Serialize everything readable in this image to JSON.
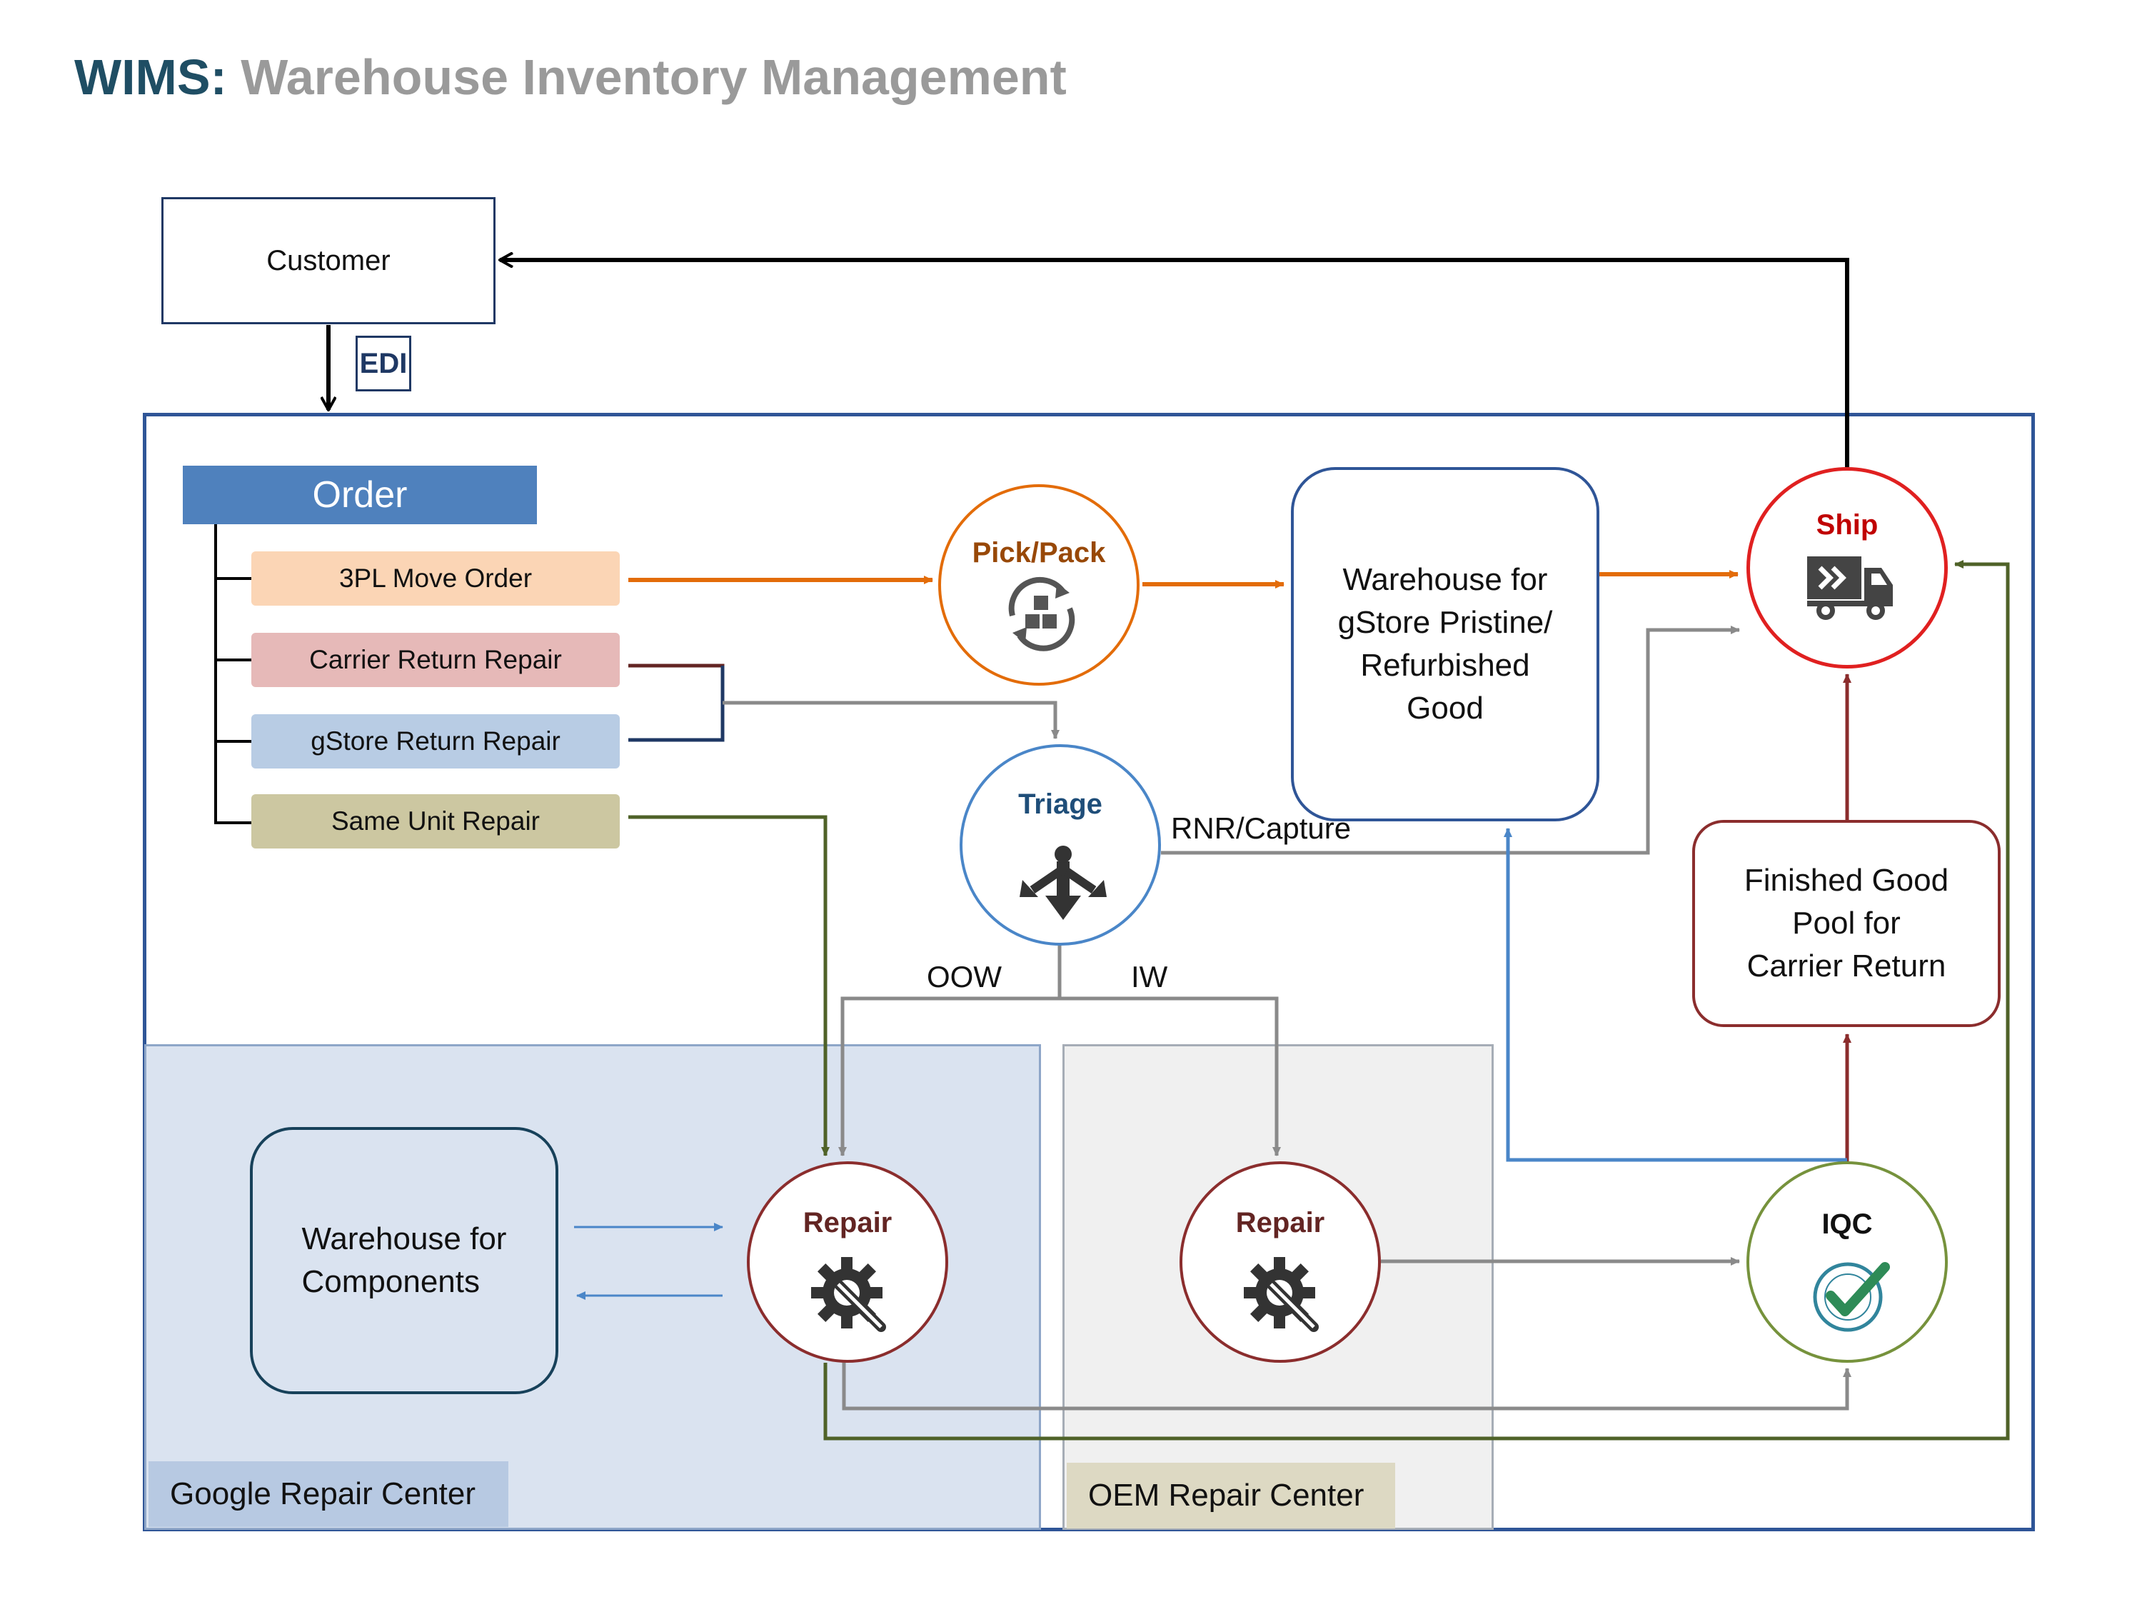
{
  "title": {
    "part1": "WIMS:",
    "part2": "Warehouse Inventory Management"
  },
  "customer": {
    "label": "Customer"
  },
  "edi": {
    "label": "EDI"
  },
  "order": {
    "header": "Order",
    "types": [
      "3PL Move Order",
      "Carrier Return Repair",
      "gStore Return Repair",
      "Same Unit Repair"
    ]
  },
  "nodes": {
    "pick_pack": "Pick/Pack",
    "triage": "Triage",
    "ship": "Ship",
    "repair_google": "Repair",
    "repair_oem": "Repair",
    "iqc": "IQC",
    "warehouse_pristine": [
      "Warehouse for",
      "gStore Pristine/",
      "Refurbished",
      "Good"
    ],
    "finished_good_pool": [
      "Finished Good",
      "Pool for",
      "Carrier Return"
    ],
    "warehouse_components": [
      "Warehouse for",
      "Components"
    ]
  },
  "edge_labels": {
    "rnr": "RNR/Capture",
    "oow": "OOW",
    "iw": "IW"
  },
  "zones": {
    "google": "Google Repair Center",
    "oem": "OEM Repair Center"
  },
  "colors": {
    "frame": "#2f5597",
    "orange": "#e36c09",
    "gray": "#8a8a8a",
    "green": "#4f6228",
    "darkred": "#8b2d2d",
    "blue": "#4a86c8",
    "black": "#000000"
  },
  "icons": {
    "pick_pack": "boxes-cycle-icon",
    "triage": "split-arrows-icon",
    "ship": "delivery-truck-icon",
    "repair": "gear-wrench-icon",
    "iqc": "quality-approved-stamp-icon"
  }
}
